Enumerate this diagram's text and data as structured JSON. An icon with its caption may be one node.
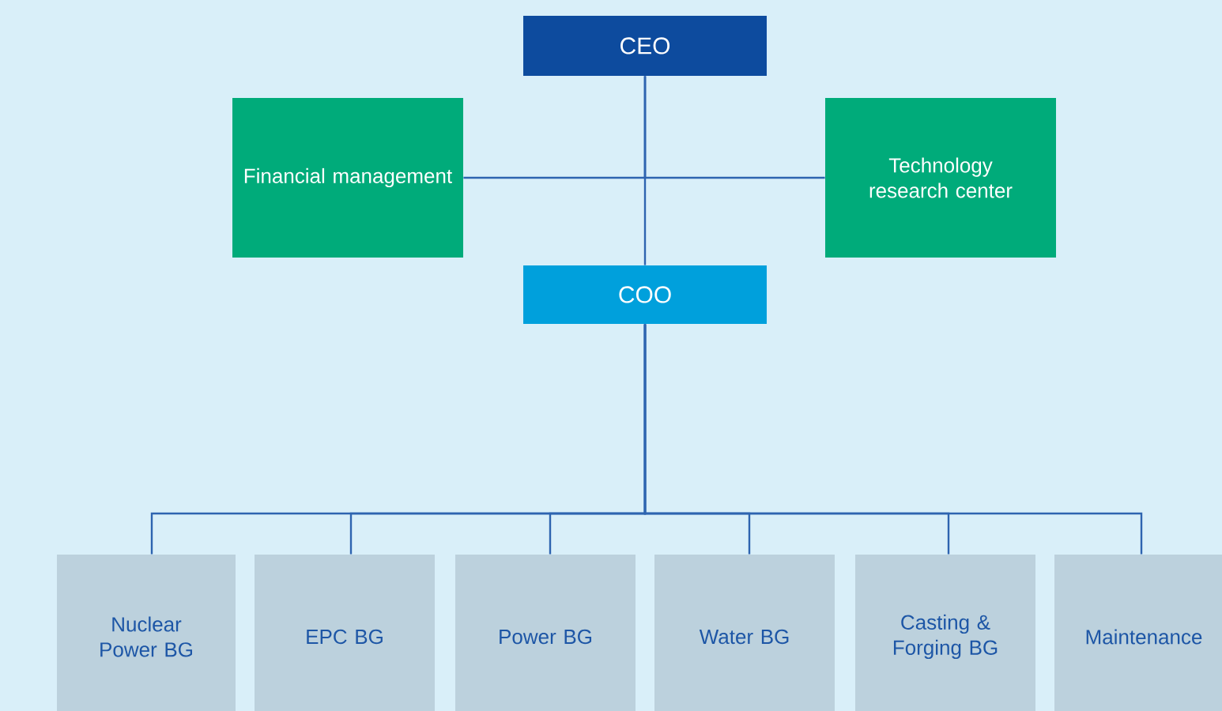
{
  "diagram": {
    "nodes": [
      {
        "text": [
          "CEO"
        ]
      },
      {
        "text": [
          "Financial management"
        ]
      },
      {
        "text": [
          "Technology research center"
        ]
      },
      {
        "text": [
          "COO"
        ]
      },
      {
        "text": [
          "Nuclear Power BG"
        ]
      },
      {
        "text": [
          "EPC BG"
        ]
      },
      {
        "text": [
          "Power BG"
        ]
      },
      {
        "text": [
          "Water BG"
        ]
      },
      {
        "text": [
          "Casting & Forging BG"
        ]
      },
      {
        "text": [
          "Maintenance"
        ]
      }
    ],
    "edges": [
      {
        "from": 0,
        "to": 1,
        "arrow": "none"
      },
      {
        "from": 0,
        "to": 2,
        "arrow": "none"
      },
      {
        "from": 0,
        "to": 3,
        "arrow": "none"
      },
      {
        "from": 3,
        "to": 4,
        "arrow": "none"
      },
      {
        "from": 3,
        "to": 5,
        "arrow": "none"
      },
      {
        "from": 3,
        "to": 6,
        "arrow": "none"
      },
      {
        "from": 3,
        "to": 7,
        "arrow": "none"
      },
      {
        "from": 3,
        "to": 8,
        "arrow": "none"
      },
      {
        "from": 3,
        "to": 9,
        "arrow": "none"
      }
    ]
  }
}
